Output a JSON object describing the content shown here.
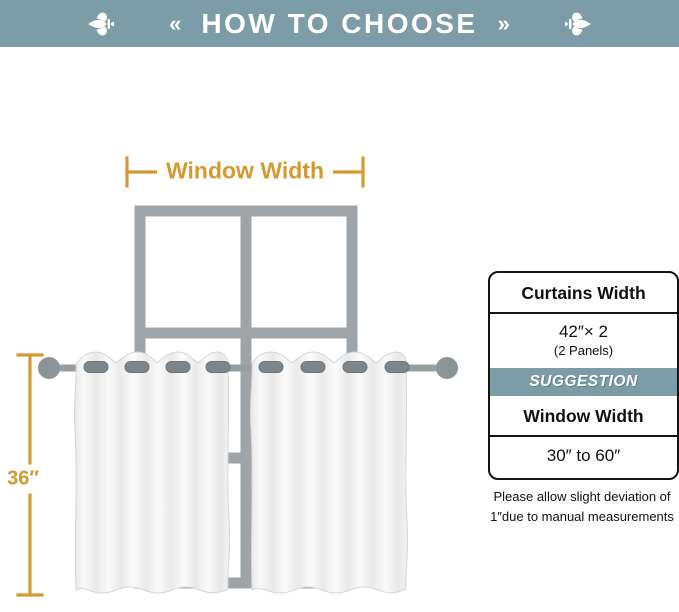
{
  "banner": {
    "title": "HOW TO CHOOSE",
    "left_ornament": "«",
    "right_ornament": "»"
  },
  "diagram": {
    "window_width_label": "Window Width",
    "height_label": "36″"
  },
  "info_box": {
    "curtains_width_title": "Curtains Width",
    "curtains_width_value": "42″× 2",
    "curtains_width_panels": "(2 Panels)",
    "suggestion_label": "SUGGESTION",
    "window_width_title": "Window Width",
    "window_width_value": "30″ to 60″"
  },
  "note": {
    "line1": "Please allow slight deviation of",
    "line2": "1″due to manual measurements"
  },
  "colors": {
    "banner_bg": "#7C9DA7",
    "accent_orange": "#D7992F",
    "frame_gray": "#9EA4A7",
    "rod_gray": "#979EA2",
    "grommet_gray": "#7E868B"
  }
}
